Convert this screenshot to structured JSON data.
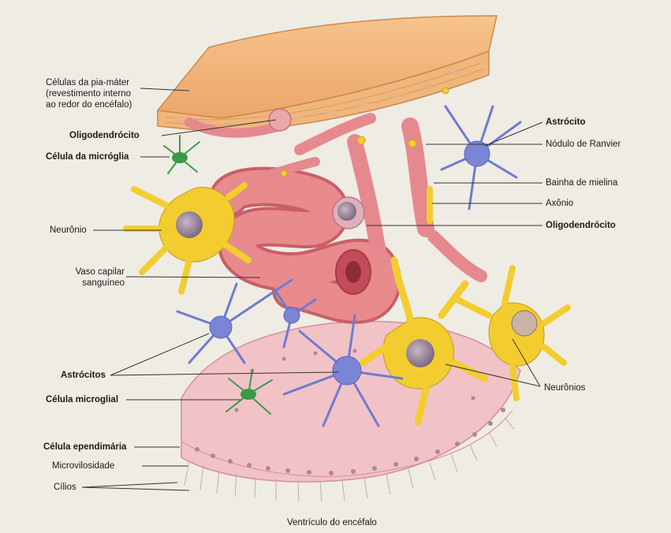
{
  "labels": {
    "pia_mater": "Células da pia-máter (revestimento interno ao redor do encéfalo)",
    "pia_mater_l1": "Células da pia-máter",
    "pia_mater_l2": "(revestimento interno",
    "pia_mater_l3": "ao redor do encéfalo)",
    "oligodendrocito_left": "Oligodendrócito",
    "microglia": "Célula da micróglia",
    "neuronio": "Neurônio",
    "vaso_l1": "Vaso capilar",
    "vaso_l2": "sanguíneo",
    "astrocitos": "Astrócitos",
    "celula_microglial": "Célula microglial",
    "ependimaria": "Célula ependimária",
    "microvilosidade": "Microvilosidade",
    "cilios": "Cílios",
    "astrocito": "Astrócito",
    "nodulo": "Nódulo de Ranvier",
    "bainha": "Bainha de mielina",
    "axonio": "Axônio",
    "oligodendrocito_right": "Oligodendrócito",
    "neuronios": "Neurônios",
    "ventriculo": "Ventrículo do encéfalo"
  },
  "colors": {
    "background": "#efece4",
    "pia": "#f2b77b",
    "capillary": "#e98a8d",
    "neuron": "#f3cd2f",
    "astrocyte": "#7a85d6",
    "microglia": "#3a9a4a",
    "ependyma": "#f1c3c6"
  }
}
